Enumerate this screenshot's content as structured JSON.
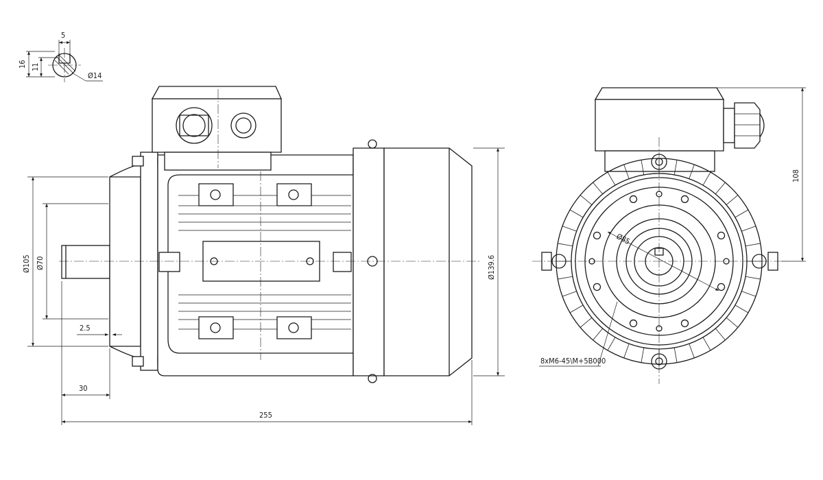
{
  "colors": {
    "line": "#1a1a1a",
    "background": "#ffffff"
  },
  "dimensions": {
    "key_width": "5",
    "shaft_height": "16",
    "key_depth": "11",
    "shaft_diameter": "Ø14",
    "flange_diameter": "Ø105",
    "spigot_diameter": "Ø70",
    "spigot_depth": "2.5",
    "shaft_length": "30",
    "overall_length": "255",
    "body_diameter": "Ø139.6",
    "pitch_circle": "Ø85",
    "terminal_box_height": "108",
    "bolt_spec": "8xM6-45\\M+5B000"
  }
}
